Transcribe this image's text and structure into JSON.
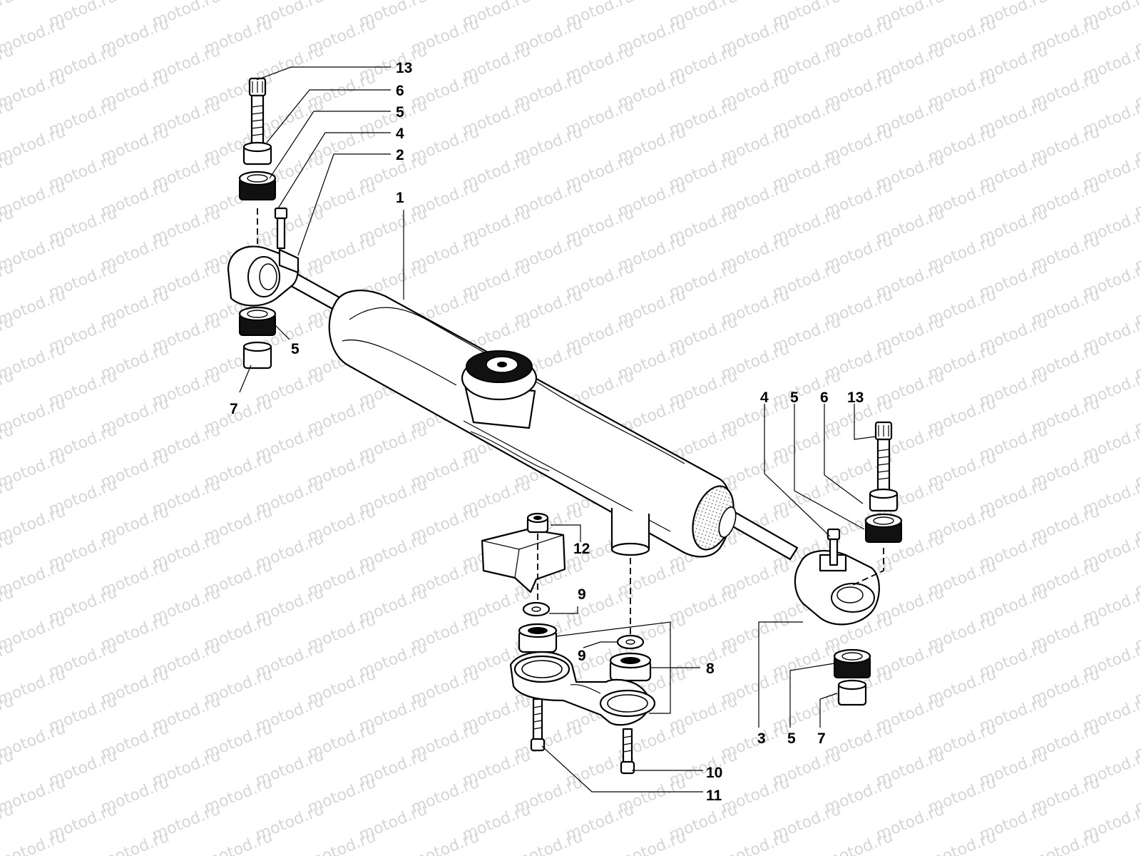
{
  "watermark": {
    "text": "motod.ru"
  },
  "callouts": [
    {
      "id": "c13a",
      "text": "13"
    },
    {
      "id": "c6a",
      "text": "6"
    },
    {
      "id": "c5a",
      "text": "5"
    },
    {
      "id": "c4a",
      "text": "4"
    },
    {
      "id": "c2",
      "text": "2"
    },
    {
      "id": "c1",
      "text": "1"
    },
    {
      "id": "c5b",
      "text": "5"
    },
    {
      "id": "c7a",
      "text": "7"
    },
    {
      "id": "c4b",
      "text": "4"
    },
    {
      "id": "c5c",
      "text": "5"
    },
    {
      "id": "c6b",
      "text": "6"
    },
    {
      "id": "c13b",
      "text": "13"
    },
    {
      "id": "c12",
      "text": "12"
    },
    {
      "id": "c9a",
      "text": "9"
    },
    {
      "id": "c9b",
      "text": "9"
    },
    {
      "id": "c8",
      "text": "8"
    },
    {
      "id": "c3",
      "text": "3"
    },
    {
      "id": "c5d",
      "text": "5"
    },
    {
      "id": "c7b",
      "text": "7"
    },
    {
      "id": "c10",
      "text": "10"
    },
    {
      "id": "c11",
      "text": "11"
    }
  ]
}
